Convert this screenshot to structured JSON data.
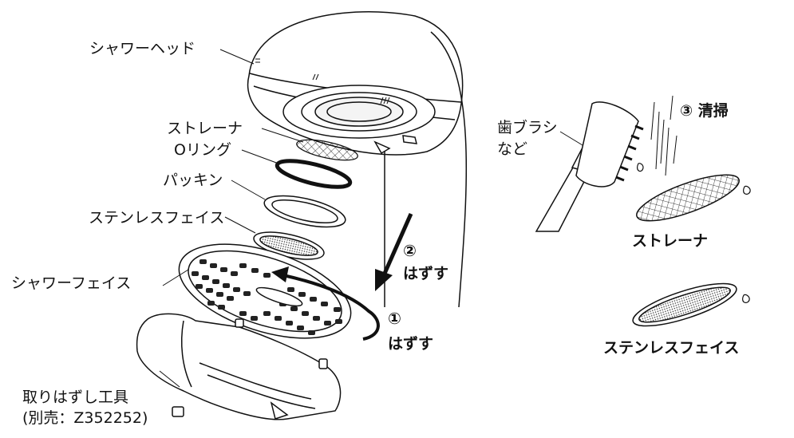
{
  "labels": {
    "shower_head": "シャワーヘッド",
    "strainer": "ストレーナ",
    "o_ring": "Oリング",
    "packing": "パッキン",
    "stainless_face": "ステンレスフェイス",
    "shower_face": "シャワーフェイス",
    "tool": "取りはずし工具\n(別売：Z352252)",
    "toothbrush": "歯ブラシ\nなど"
  },
  "steps": {
    "step1_num": "①",
    "step1_text": "はずす",
    "step2_num": "②",
    "step2_text": "はずす",
    "step3": "③ 清掃"
  },
  "cleaning": {
    "strainer_caption": "ストレーナ",
    "stainless_caption": "ステンレスフェイス"
  },
  "colors": {
    "line": "#111111",
    "background": "#ffffff"
  }
}
